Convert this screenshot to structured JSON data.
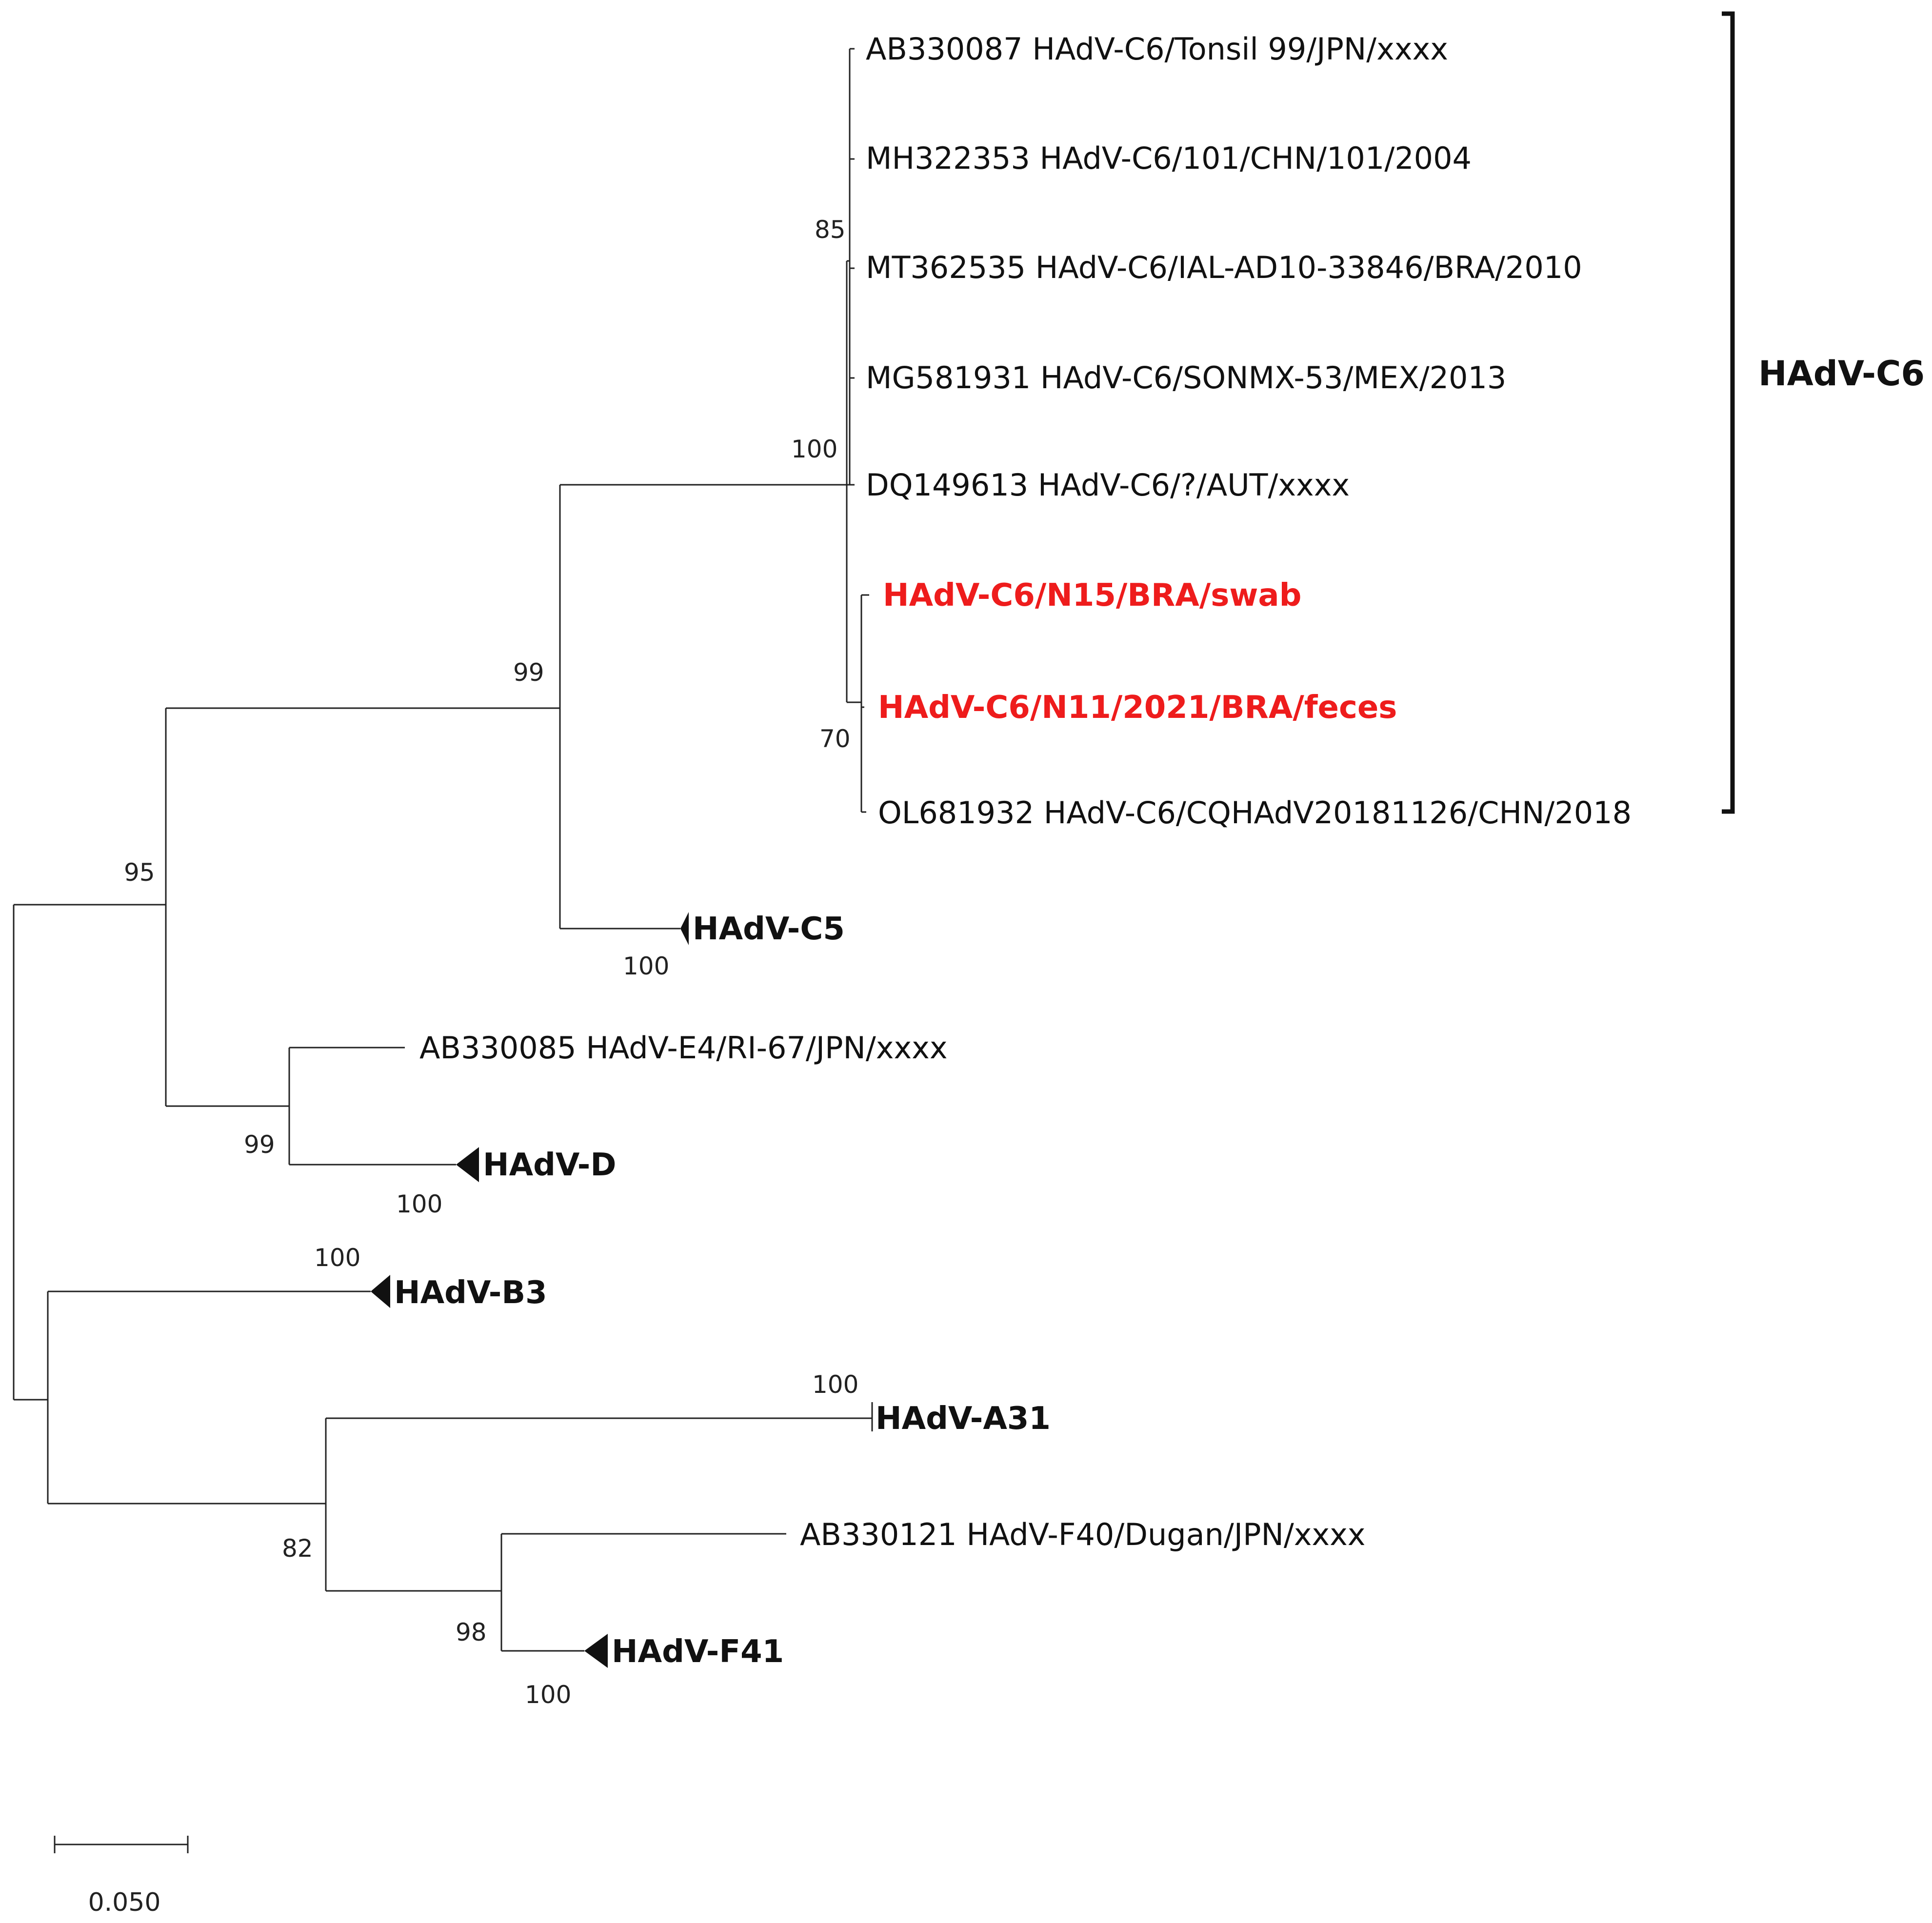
{
  "colors": {
    "line": "#222222",
    "text": "#111111",
    "highlight": "#ee1c1c"
  },
  "leaves": {
    "ab330087": "AB330087 HAdV-C6/Tonsil 99/JPN/xxxx",
    "mh322353": "MH322353 HAdV-C6/101/CHN/101/2004",
    "mt362535": "MT362535 HAdV-C6/IAL-AD10-33846/BRA/2010",
    "mg581931": "MG581931 HAdV-C6/SONMX-53/MEX/2013",
    "dq149613": "DQ149613 HAdV-C6/?/AUT/xxxx",
    "n15": "HAdV-C6/N15/BRA/swab",
    "n11": "HAdV-C6/N11/2021/BRA/feces",
    "ol681932": "OL681932 HAdV-C6/CQHAdV20181126/CHN/2018",
    "ab330085": "AB330085 HAdV-E4/RI-67/JPN/xxxx",
    "ab330121": "AB330121 HAdV-F40/Dugan/JPN/xxxx"
  },
  "collapsed_clades": {
    "c5": "HAdV-C5",
    "d": "HAdV-D",
    "b3": "HAdV-B3",
    "a31": "HAdV-A31",
    "f41": "HAdV-F41"
  },
  "bootstrap": {
    "c6_top": "85",
    "c6_all": "100",
    "c6_bra": "70",
    "c": "99",
    "c5": "100",
    "cde": "95",
    "de": "99",
    "d": "100",
    "b3": "100",
    "a31": "100",
    "af": "82",
    "f": "98",
    "f41": "100"
  },
  "group_label": "HAdV-C6",
  "scale_bar": {
    "label": "0.050",
    "value": 0.05
  }
}
